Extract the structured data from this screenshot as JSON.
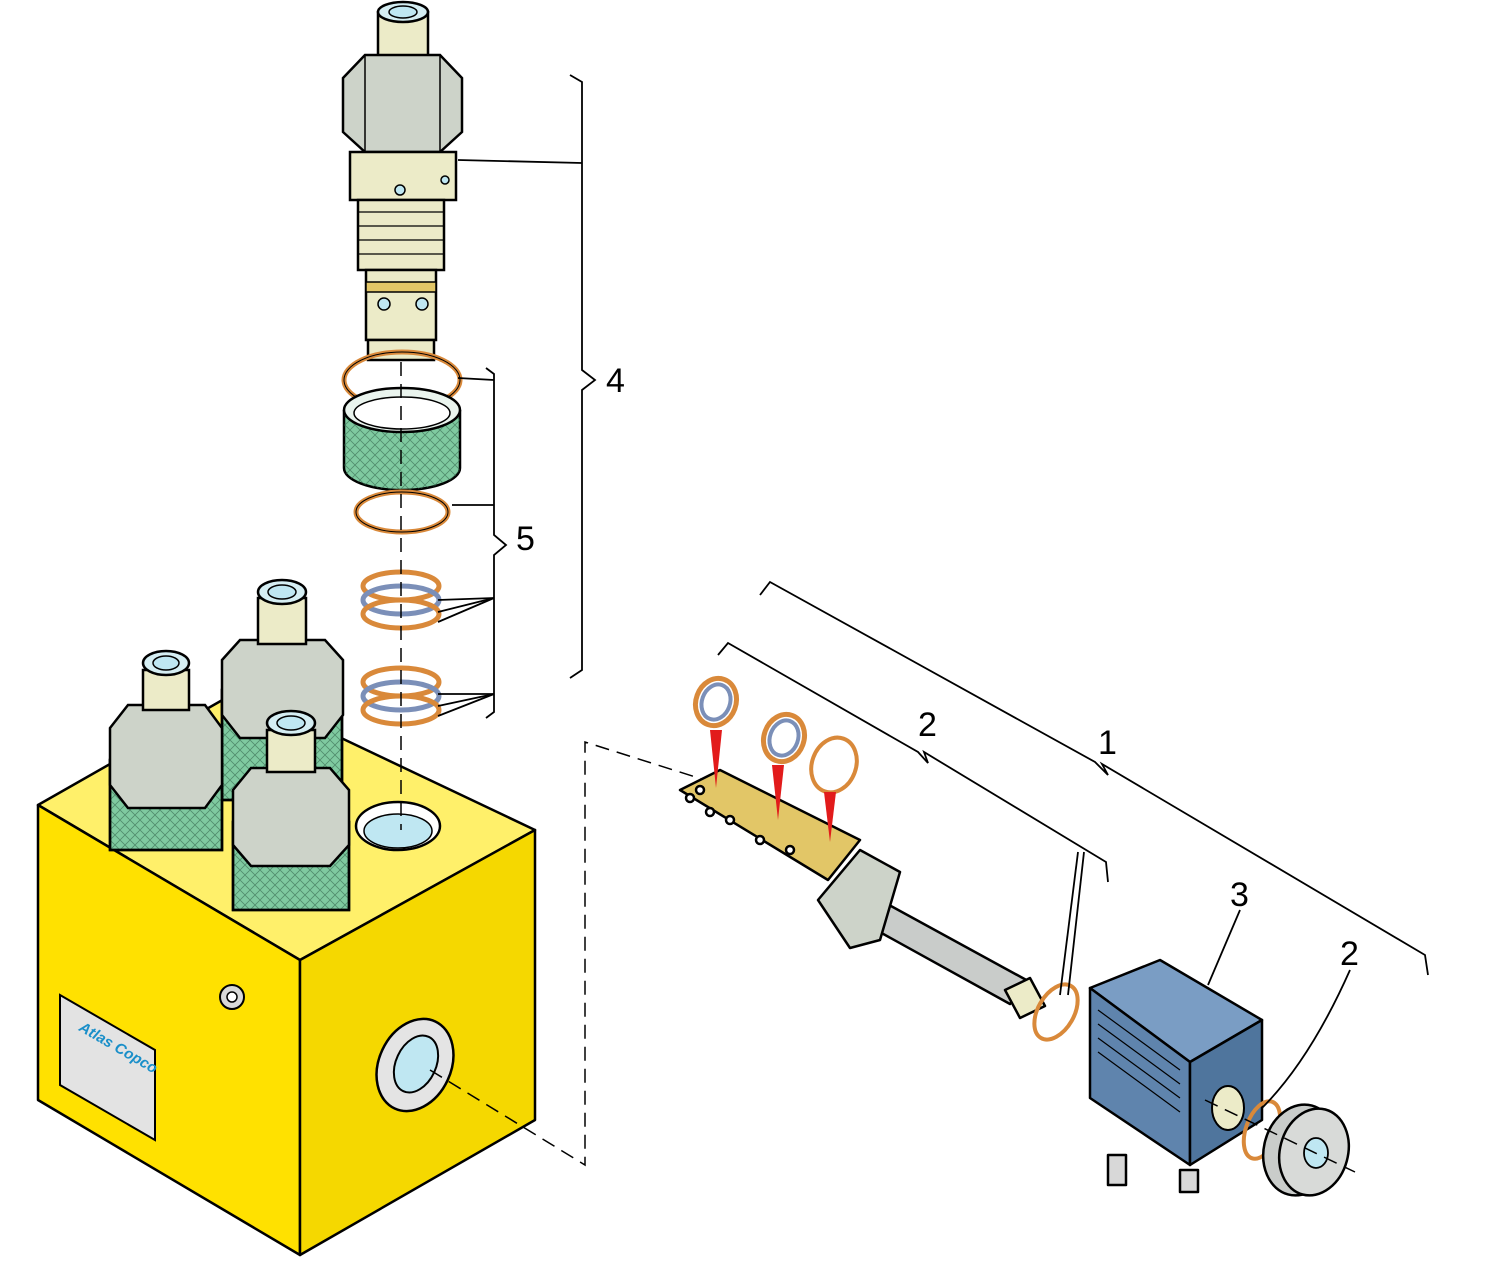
{
  "diagram": {
    "callouts": [
      {
        "id": "label-4",
        "text": "4"
      },
      {
        "id": "label-5",
        "text": "5"
      },
      {
        "id": "label-2-left",
        "text": "2"
      },
      {
        "id": "label-1",
        "text": "1"
      },
      {
        "id": "label-3",
        "text": "3"
      },
      {
        "id": "label-2-right",
        "text": "2"
      }
    ],
    "nameplate_text": "Atlas Copco",
    "colors": {
      "block_yellow": "#ffe100",
      "hex_grey": "#cdd3c9",
      "thread_ivory": "#ecebc8",
      "sleeve_green": "#7fcaa0",
      "oring_orange": "#d9893a",
      "coil_blue": "#5f84ad",
      "stem_grey": "#c9ccca",
      "pointer_red": "#e21b1b",
      "brass": "#e2c667"
    }
  }
}
